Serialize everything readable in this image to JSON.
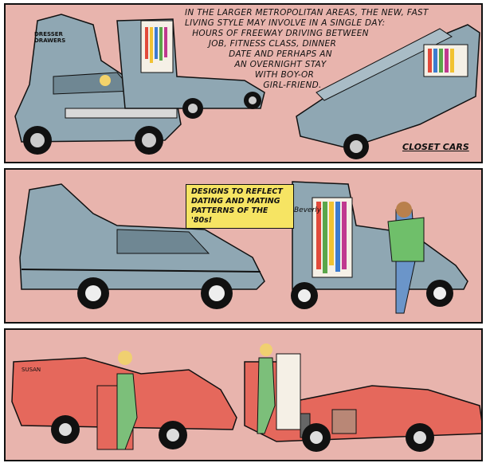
{
  "panel1": {
    "caption_lines": [
      "IN THE LARGER METROPOLITAN AREAS, THE NEW, FAST",
      "LIVING STYLE MAY INVOLVE IN A SINGLE DAY:",
      "HOURS OF FREEWAY DRIVING BETWEEN",
      "JOB, FITNESS CLASS, DINNER",
      "DATE AND PERHAPS AN",
      "AN OVERNIGHT STAY",
      "WITH BOY-OR",
      "GIRL-FRIEND."
    ],
    "dresser_label": "DRESSER DRAWERS",
    "title": "CLOSET CARS"
  },
  "panel2": {
    "slogan": "DESIGNS TO REFLECT DATING AND MATING PATTERNS OF THE '80s!",
    "door_name": "Beverly"
  },
  "panel3": {
    "door_name": "SUSAN"
  },
  "colors": {
    "background": "#e8b4ad",
    "blue_car": "#8fa7b3",
    "red_car": "#e5685c",
    "slogan_box": "#f6e463"
  }
}
